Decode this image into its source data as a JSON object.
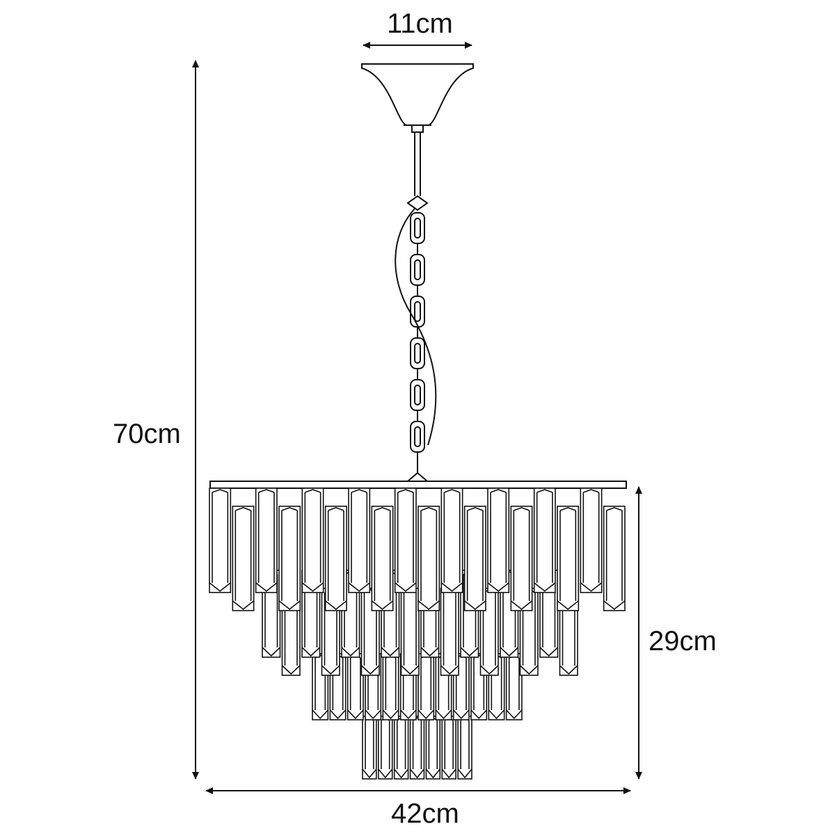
{
  "dimensions": {
    "canopy_width": "11cm",
    "total_height": "70cm",
    "shade_height": "29cm",
    "shade_width": "42cm"
  },
  "colors": {
    "line": "#111111",
    "background": "#ffffff"
  }
}
